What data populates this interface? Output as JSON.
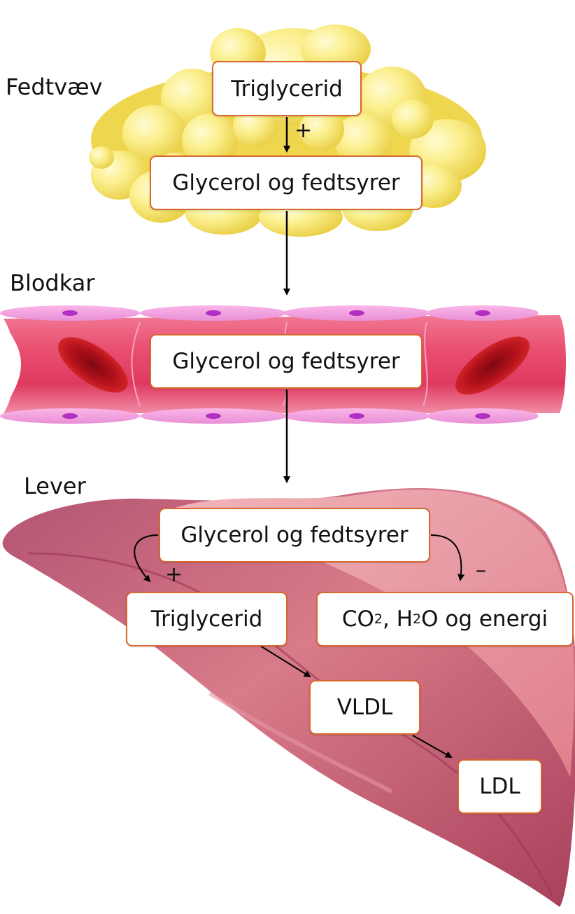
{
  "labels": {
    "adipose": "Fedtvæv",
    "blood_vessel": "Blodkar",
    "liver": "Lever"
  },
  "adipose": {
    "triglyceride": "Triglycerid",
    "glycerol_fatty_acids": "Glycerol og fedtsyrer",
    "stimulation_sign": "+"
  },
  "vessel": {
    "glycerol_fatty_acids": "Glycerol og fedtsyrer"
  },
  "liver": {
    "glycerol_fatty_acids": "Glycerol og fedtsyrer",
    "triglyceride": "Triglycerid",
    "oxidation": {
      "co": "CO",
      "sub1": "2",
      "h": ", H",
      "sub2": "2",
      "rest": "O og energi"
    },
    "vldl": "VLDL",
    "ldl": "LDL",
    "plus_sign": "+",
    "minus_sign": "–"
  },
  "colors": {
    "box_border": "#d9682e",
    "fat": "#f7e36a",
    "vessel": "#e94e70",
    "red_cell": "#b5121b",
    "liver": "#c46478"
  }
}
